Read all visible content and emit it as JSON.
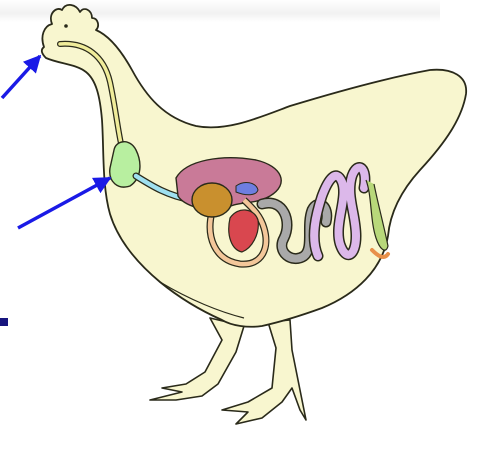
{
  "diagram": {
    "subject": "chicken-digestive-system",
    "colors": {
      "body_fill": "#f8f6cf",
      "outline": "#2a2a1a",
      "arrow": "#1a1ae6",
      "bullet": "#17157e",
      "esophagus": "#f0ec9a",
      "crop": "#b8efa0",
      "proventriculus": "#9fe0f0",
      "gizzard": "#c9902e",
      "liver": "#c97a98",
      "heart": "#d9474f",
      "intestine_small": "#a9a9a9",
      "intestine_large": "#dcb8ea",
      "ceca": "#b8d87a",
      "vent": "#e8904a",
      "pancreas": "#6e7ee0",
      "loop": "#f3c79a"
    },
    "arrows": [
      {
        "points_to": "beak-mouth"
      },
      {
        "points_to": "crop"
      }
    ]
  }
}
